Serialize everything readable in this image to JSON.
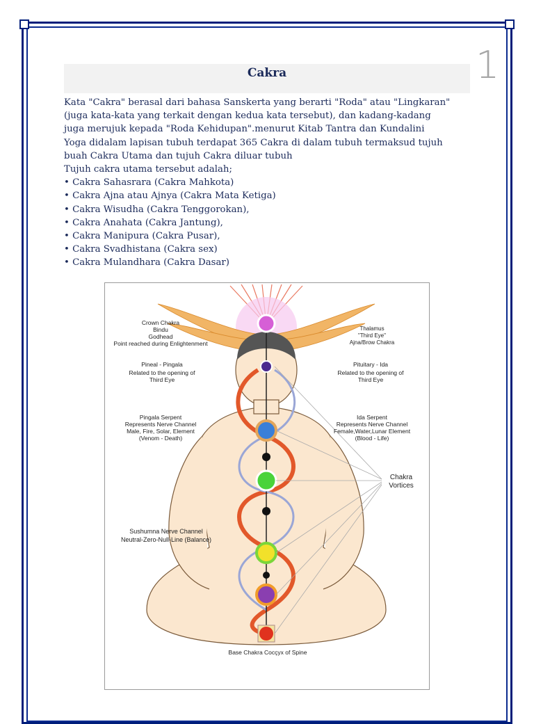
{
  "page": {
    "title": "Cakra",
    "page_number": "1"
  },
  "intro": {
    "line1": "Kata \"Cakra\" berasal dari bahasa Sanskerta yang berarti \"Roda\" atau \"Lingkaran\"",
    "line2": "(juga kata-kata yang terkait dengan kedua kata tersebut), dan kadang-kadang",
    "line3": "juga merujuk kepada \"Roda Kehidupan\".menurut Kitab Tantra dan Kundalini",
    "line4": "Yoga didalam lapisan tubuh terdapat 365 Cakra di dalam tubuh termaksud tujuh",
    "line5": "buah Cakra Utama dan tujuh Cakra diluar tubuh",
    "line6": "Tujuh cakra utama tersebut adalah;"
  },
  "chakra_list": [
    "• Cakra Sahasrara (Cakra Mahkota)",
    "• Cakra Ajna atau Ajnya (Cakra Mata Ketiga)",
    "• Cakra Wisudha (Cakra Tenggorokan),",
    "• Cakra Anahata (Cakra Jantung),",
    "• Cakra Manipura (Cakra Pusar),",
    "• Cakra Svadhistana (Cakra sex)",
    "• Cakra Mulandhara (Cakra Dasar)"
  ],
  "diagram": {
    "crown": [
      "Crown Chakra",
      "Bindu",
      "Godhead",
      "Point reached during Enlightenment"
    ],
    "thalamus": [
      "Thalamus",
      "\"Third Eye\"",
      "Ajna/Brow Chakra"
    ],
    "pineal": [
      "Pineal - Pingala",
      "Related to the opening of",
      "Third Eye"
    ],
    "pituitary": [
      "Pituitary - Ida",
      "Related to the opening of",
      "Third Eye"
    ],
    "pingala": [
      "Pingala Serpent",
      "Represents Nerve Channel",
      "Male, Fire, Solar, Element",
      "(Venom - Death)"
    ],
    "ida": [
      "Ida Serpent",
      "Represents Nerve Channel",
      "Female,Water,Lunar Element",
      "(Blood - Life)"
    ],
    "vortices": [
      "Chakra",
      "Vortices"
    ],
    "sushumna": [
      "Sushumna Nerve Channel",
      "Neutral-Zero-Null-Line (Balance)"
    ],
    "base": "Base Chakra Cocçyx of Spine",
    "colors": {
      "border": "#001d7a",
      "text": "#1b2a5a",
      "crown": "#d65fd6",
      "brow": "#4b2a8f",
      "throat": "#3a7fd8",
      "heart": "#49d33a",
      "solar": "#f2e12a",
      "sacral": "#8a3fb0",
      "root": "#e0321e",
      "serpent_red": "#e2582a",
      "wings": "#e8a24a",
      "skin": "#fbe7cf"
    }
  }
}
